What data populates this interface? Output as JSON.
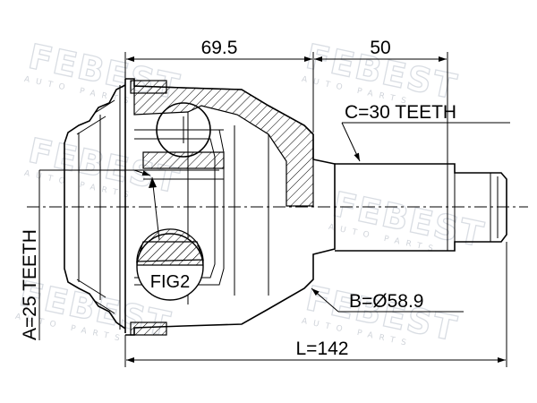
{
  "watermark": {
    "brand": "FEBEST",
    "subtitle": "AUTO PARTS"
  },
  "dimensions": {
    "top_left": "69.5",
    "top_right": "50",
    "bottom_length": "L=142"
  },
  "notes": {
    "teeth_c": "C=30 TEETH",
    "teeth_a": "A=25 TEETH",
    "diameter_b": "B=Ø58.9",
    "figure_ref": "FIG2"
  }
}
